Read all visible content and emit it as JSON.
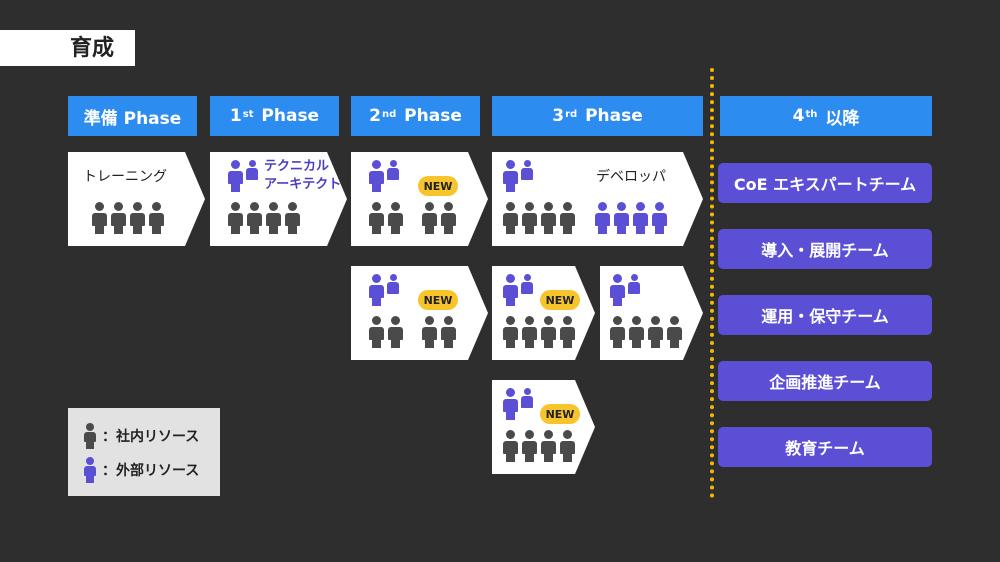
{
  "title": "育成",
  "phases": [
    {
      "main": "準備 Phase",
      "num": "",
      "sup": "",
      "rest": ""
    },
    {
      "main": "",
      "num": "1",
      "sup": "st",
      "rest": "Phase"
    },
    {
      "main": "",
      "num": "2",
      "sup": "nd",
      "rest": "Phase"
    },
    {
      "main": "",
      "num": "3",
      "sup": "rd",
      "rest": "Phase"
    },
    {
      "main": "",
      "num": "4",
      "sup": "th",
      "rest": "以降"
    }
  ],
  "cards": {
    "training_label": "トレーニング",
    "tech_architect_line1": "テクニカル",
    "tech_architect_line2": "アーキテクト",
    "developer_label": "デベロッパ",
    "new_label": "NEW"
  },
  "teams": [
    "CoE エキスパートチーム",
    "導入・展開チーム",
    "運用・保守チーム",
    "企画推進チーム",
    "教育チーム"
  ],
  "legend": {
    "internal": "：社内リソース",
    "external": "：外部リソース"
  },
  "colors": {
    "background": "#2e2e2e",
    "phase_header": "#2d8cf0",
    "team": "#5b4fd6",
    "internal_person": "#4a4a4a",
    "external_person": "#5b4fd6",
    "new_badge": "#f7c52b",
    "divider": "#f5b800"
  }
}
